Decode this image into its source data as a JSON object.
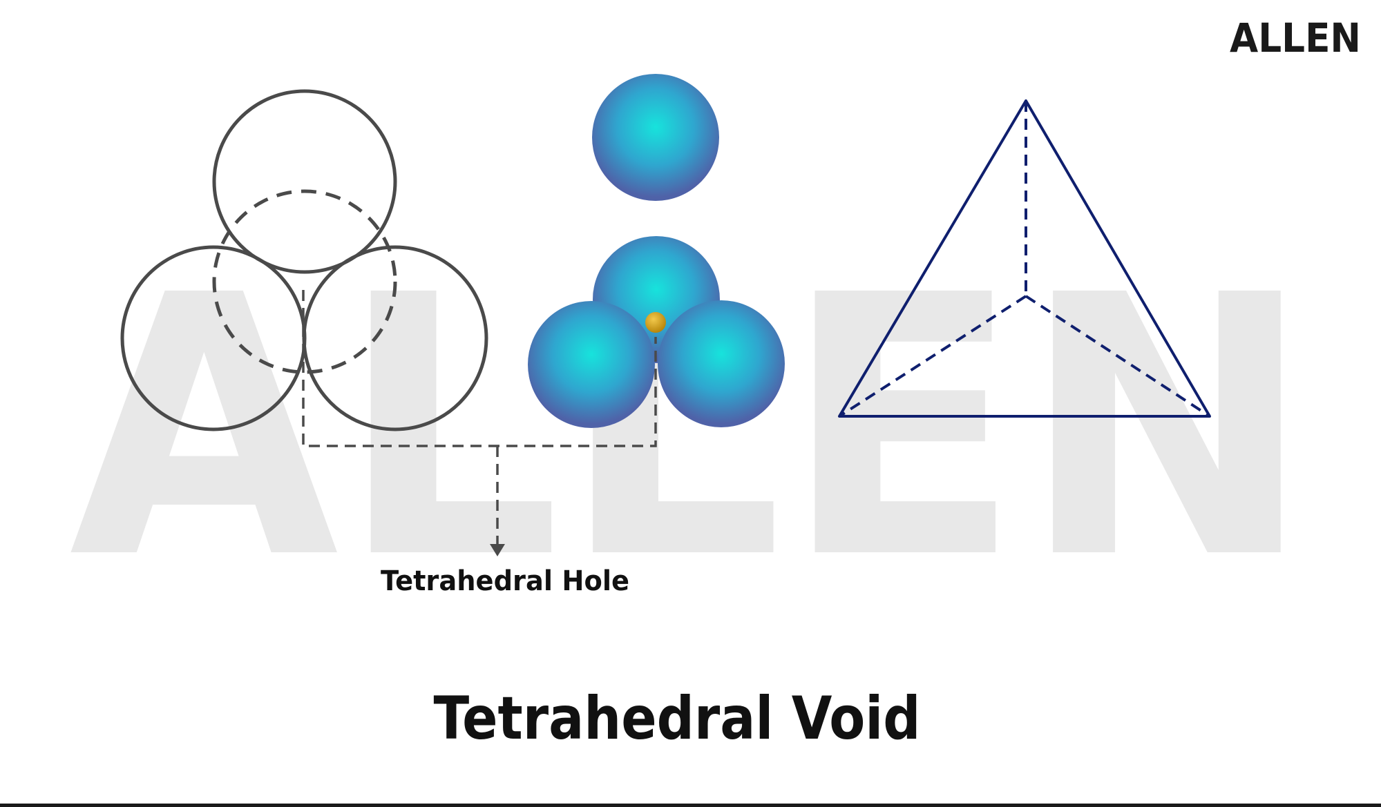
{
  "brand": {
    "logo_text": "ALLEN",
    "watermark_text": "ALLEN"
  },
  "labels": {
    "hole_label": "Tetrahedral Hole",
    "title": "Tetrahedral Void"
  },
  "colors": {
    "outline_stroke": "#4a4a4a",
    "sphere_center": "#17e3dc",
    "sphere_edge": "#4f62a8",
    "void_atom": "#d4a017",
    "tetrahedron_stroke": "#0f1f6e",
    "watermark": "#e8e8e8",
    "text": "#111111"
  },
  "icons": {
    "arrow_head": "arrow-down-icon"
  }
}
